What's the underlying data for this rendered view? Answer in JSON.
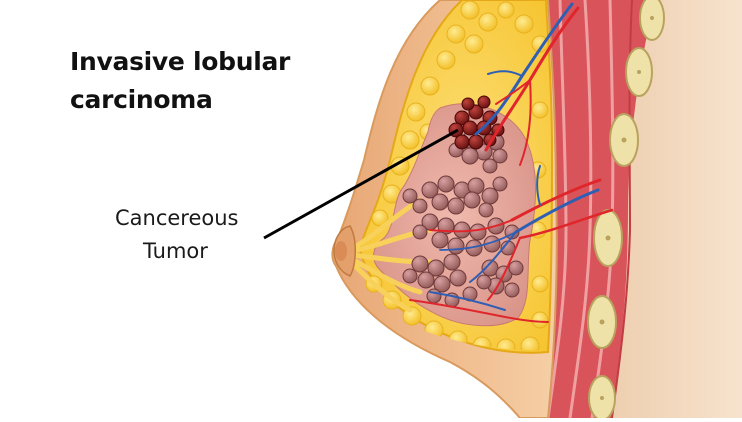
{
  "title": {
    "line1": "Invasive lobular",
    "line2": "carcinoma"
  },
  "callout": {
    "line1": "Cancereous",
    "line2": "Tumor"
  },
  "colors": {
    "skin": "#f3c8a0",
    "skin_edge": "#d99a5e",
    "fat": "#f7cf3a",
    "fat_edge": "#e5a818",
    "lobule": "#a86a6a",
    "gland_tissue": "#d79a94",
    "tumor": "#8a1a1a",
    "artery": "#e0262b",
    "vein": "#2f5fb4",
    "muscle": "#d8545a",
    "rib_cartilage": "#efe2a8",
    "chest_wall": "#efcfae"
  }
}
